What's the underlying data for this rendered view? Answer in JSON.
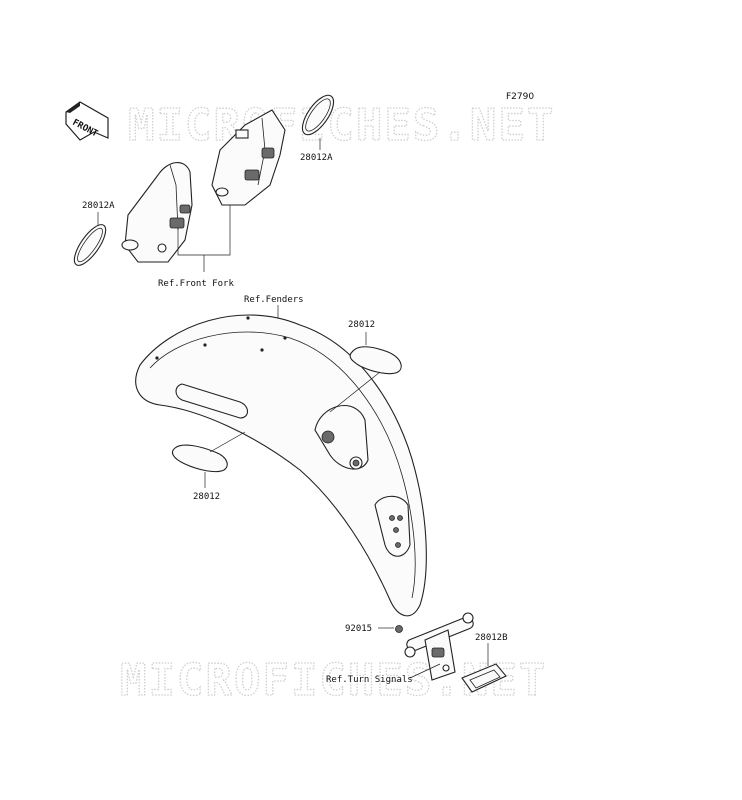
{
  "figure_code": "F2790",
  "watermark": "MICROFICHES.NET",
  "front_arrow_label": "FRONT",
  "labels": {
    "part_28012a_upper": "28012A",
    "part_28012a_left": "28012A",
    "ref_front_fork": "Ref.Front Fork",
    "ref_fenders": "Ref.Fenders",
    "part_28012_right": "28012",
    "part_28012_left": "28012",
    "part_92015": "92015",
    "part_28012b": "28012B",
    "ref_turn_signals": "Ref.Turn Signals"
  }
}
